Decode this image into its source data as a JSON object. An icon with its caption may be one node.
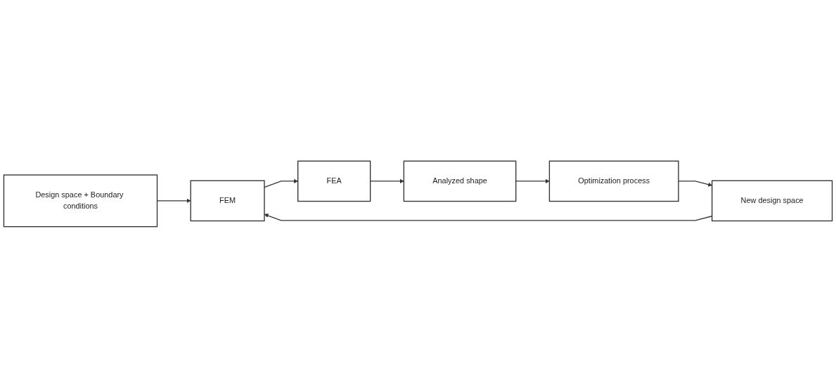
{
  "diagram": {
    "nodes": [
      {
        "text": [
          "Design space + Boundary conditions"
        ]
      },
      {
        "text": [
          "FEM"
        ]
      },
      {
        "text": [
          "FEA"
        ]
      },
      {
        "text": [
          "Analyzed shape"
        ]
      },
      {
        "text": [
          "New design space"
        ]
      },
      {
        "text": [
          "Optimization process"
        ]
      }
    ],
    "edges": [
      {
        "from": 0,
        "to": 1,
        "arrow": "to"
      },
      {
        "from": 1,
        "to": 2,
        "arrow": "to"
      },
      {
        "from": 2,
        "to": 3,
        "arrow": "to"
      },
      {
        "from": 3,
        "to": 5,
        "arrow": "to"
      },
      {
        "from": 5,
        "to": 4,
        "arrow": "to"
      },
      {
        "from": 4,
        "to": 1,
        "arrow": "to"
      }
    ]
  }
}
